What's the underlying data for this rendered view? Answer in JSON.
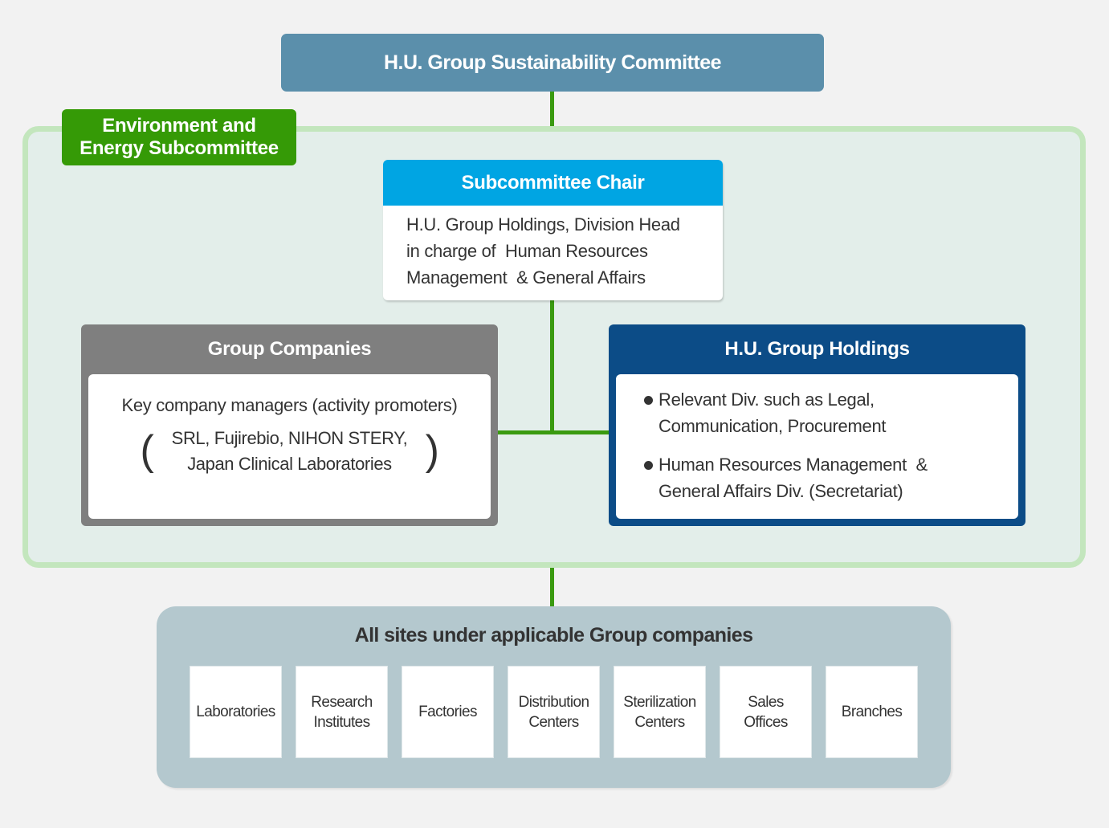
{
  "colors": {
    "background": "#f2f2f2",
    "committee": "#5b8fab",
    "subcommittee_tag": "#359a06",
    "subcommittee_panel_fill": "#e3eeea",
    "subcommittee_panel_border": "#c3e6bd",
    "chair_header": "#00a5e3",
    "group_companies": "#7f7f7f",
    "holdings": "#0c4c87",
    "sites_panel": "#b4c8ce",
    "connector": "#3a9a10",
    "text_dark": "#333333"
  },
  "committee": {
    "title": "H.U. Group Sustainability Committee"
  },
  "subcommittee": {
    "tag_line1": "Environment and",
    "tag_line2": "Energy Subcommittee",
    "chair": {
      "title": "Subcommittee Chair",
      "lines": [
        "H.U. Group Holdings, Division Head",
        "in charge of  Human Resources",
        "Management  & General Affairs"
      ]
    },
    "group_companies": {
      "title": "Group Companies",
      "lead": "Key company managers (activity promoters)",
      "companies_line1": "SRL, Fujirebio, NIHON STERY,",
      "companies_line2": "Japan Clinical Laboratories",
      "paren_open": "(",
      "paren_close": ")"
    },
    "holdings": {
      "title": "H.U. Group Holdings",
      "items": [
        {
          "line1": "Relevant Div. such as Legal,",
          "line2": "Communication, Procurement"
        },
        {
          "line1": "Human Resources Management  &",
          "line2": "General Affairs Div. (Secretariat)"
        }
      ]
    }
  },
  "sites": {
    "title": "All sites under applicable Group companies",
    "items": [
      {
        "line1": "Laboratories",
        "line2": ""
      },
      {
        "line1": "Research",
        "line2": "Institutes"
      },
      {
        "line1": "Factories",
        "line2": ""
      },
      {
        "line1": "Distribution",
        "line2": "Centers"
      },
      {
        "line1": "Sterilization",
        "line2": "Centers"
      },
      {
        "line1": "Sales",
        "line2": "Offices"
      },
      {
        "line1": "Branches",
        "line2": ""
      }
    ]
  }
}
